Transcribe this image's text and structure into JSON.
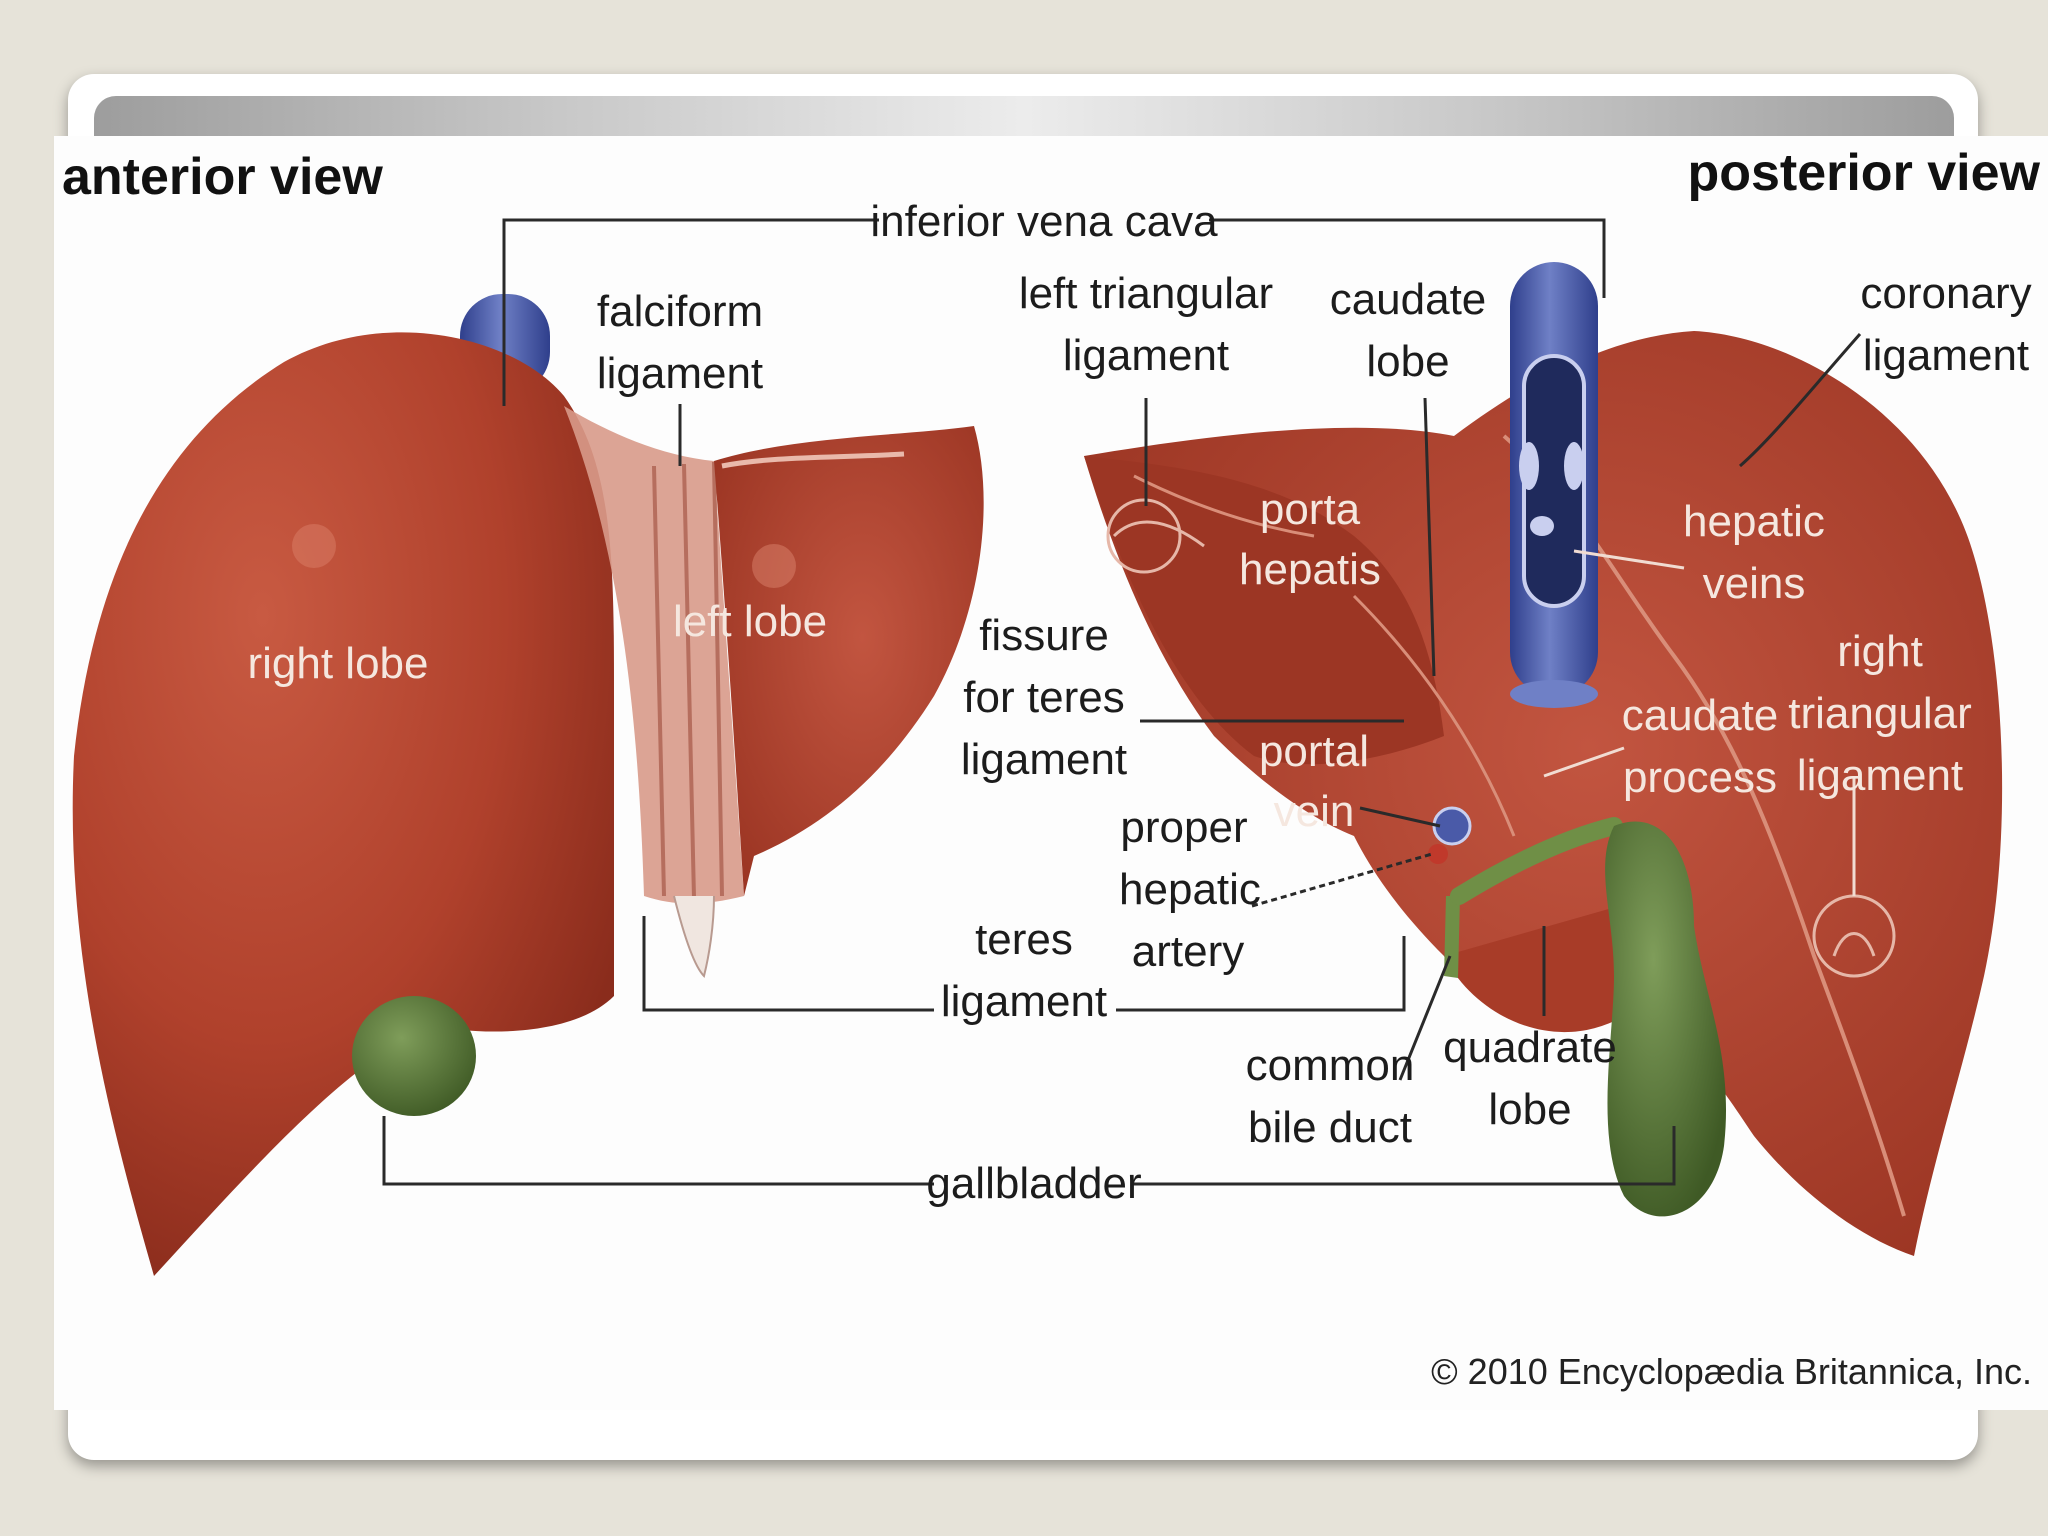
{
  "figure": {
    "anterior_title": "anterior view",
    "posterior_title": "posterior view",
    "labels": {
      "inferior_vena_cava": "inferior vena cava",
      "falciform_1": "falciform",
      "falciform_2": "ligament",
      "left_triangular_1": "left triangular",
      "left_triangular_2": "ligament",
      "caudate_lobe_1": "caudate",
      "caudate_lobe_2": "lobe",
      "coronary_1": "coronary",
      "coronary_2": "ligament",
      "right_lobe": "right lobe",
      "left_lobe": "left lobe",
      "porta_hepatis_1": "porta",
      "porta_hepatis_2": "hepatis",
      "hepatic_veins_1": "hepatic",
      "hepatic_veins_2": "veins",
      "fissure_1": "fissure",
      "fissure_2": "for teres",
      "fissure_3": "ligament",
      "right_triangular_1": "right",
      "right_triangular_2": "triangular",
      "right_triangular_3": "ligament",
      "caudate_process_1": "caudate",
      "caudate_process_2": "process",
      "portal_vein_1": "portal",
      "portal_vein_2": "vein",
      "proper_hepatic_1": "proper",
      "proper_hepatic_2": "hepatic",
      "proper_hepatic_3": "artery",
      "teres_1": "teres",
      "teres_2": "ligament",
      "common_bile_1": "common",
      "common_bile_2": "bile duct",
      "quadrate_1": "quadrate",
      "quadrate_2": "lobe",
      "gallbladder": "gallbladder"
    },
    "copyright": "© 2010 Encyclopædia Britannica, Inc."
  },
  "colors": {
    "liver": "#b54430",
    "liver_dark": "#8e2f1f",
    "vein": "#4a5aa8",
    "gallbladder": "#5a7a3a"
  }
}
